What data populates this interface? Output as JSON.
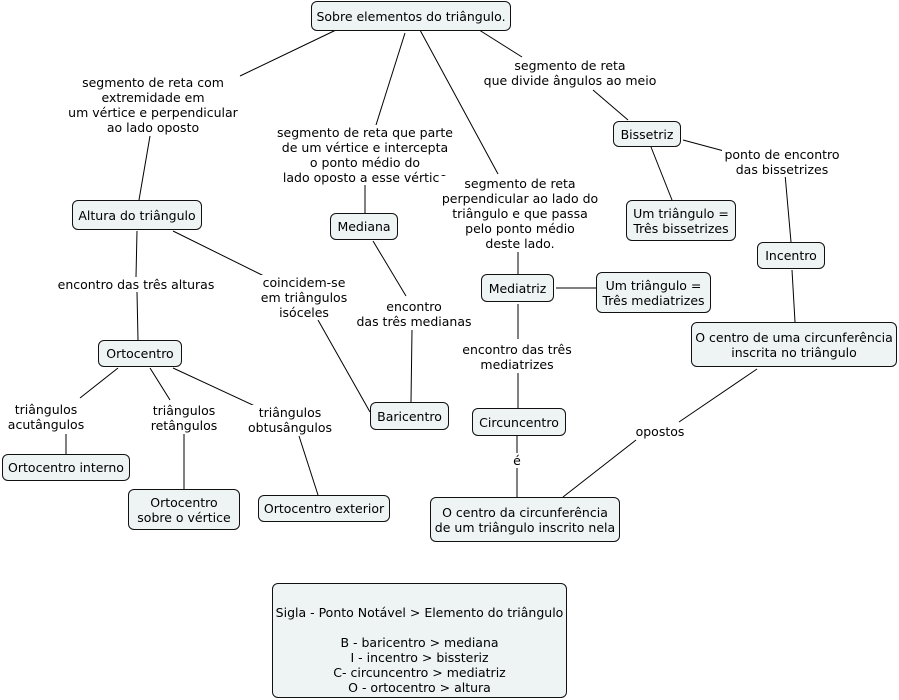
{
  "nodes": {
    "root": "Sobre elementos do triângulo.",
    "altura": "Altura do triângulo",
    "mediana": "Mediana",
    "mediatriz": "Mediatriz",
    "bissetriz": "Bissetriz",
    "um_bissetrizes": "Um triângulo =\nTrês bissetrizes",
    "incentro": "Incentro",
    "um_mediatrizes": "Um triângulo =\nTrês mediatrizes",
    "centro_inscrita": "O centro de uma circunferência\ninscrita no triângulo",
    "ortocentro": "Ortocentro",
    "baricentro": "Baricentro",
    "circuncentro": "Circuncentro",
    "orto_interno": "Ortocentro interno",
    "orto_vertice": "Ortocentro\nsobre  o vértice",
    "orto_exterior": "Ortocentro exterior",
    "centro_circunscrita": "O centro da circunferência\nde um triângulo inscrito nela"
  },
  "labels": {
    "altura_def": "segmento de reta com\nextremidade em\num vértice e perpendicular\nao lado oposto",
    "mediana_def": "segmento de reta que parte\nde um vértice e intercepta\no ponto médio do\nlado oposto a esse vértice",
    "mediatriz_def": "segmento de reta\nperpendicular ao lado do\ntriângulo e que passa\npelo ponto médio\ndeste lado.",
    "bissetriz_def": "segmento de reta\nque divide ângulos ao meio",
    "encontro_bissetrizes": "ponto de encontro\ndas bissetrizes",
    "encontro_alturas": "encontro das três alturas",
    "isosceles": "coincidem-se\nem triângulos\nisóceles",
    "encontro_medianas": "encontro\ndas três medianas",
    "encontro_mediatrizes": "encontro das três\nmediatrizes",
    "acutangulos": "triângulos\nacutângulos",
    "retangulos": "triângulos\nretângulos",
    "obtusangulos": "triângulos\nobtusângulos",
    "e": "é",
    "opostos": "opostos"
  },
  "legend": {
    "title": "Sigla - Ponto Notável > Elemento do triângulo",
    "lines": [
      "B - baricentro > mediana",
      "I - incentro > bissteriz",
      "C- circuncentro > mediatriz",
      "O - ortocentro > altura"
    ]
  }
}
